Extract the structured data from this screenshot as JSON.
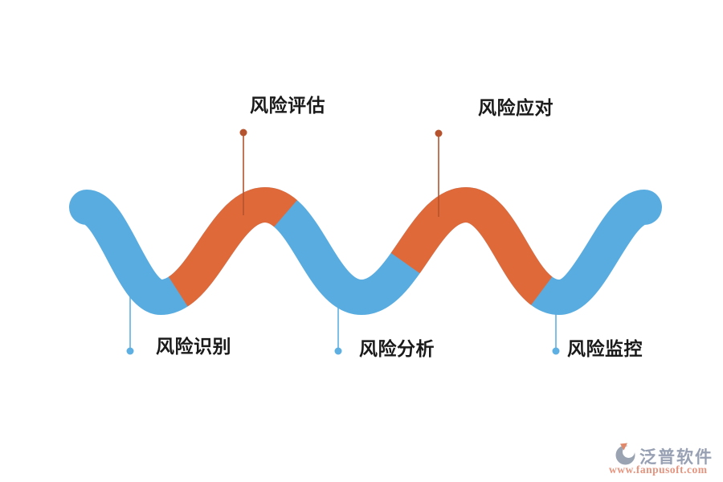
{
  "diagram": {
    "type": "process-wave",
    "steps": [
      {
        "order": 1,
        "label": "风险识别",
        "position": "bottom",
        "segment_color": "blue"
      },
      {
        "order": 2,
        "label": "风险评估",
        "position": "top",
        "segment_color": "orange"
      },
      {
        "order": 3,
        "label": "风险分析",
        "position": "bottom",
        "segment_color": "blue"
      },
      {
        "order": 4,
        "label": "风险应对",
        "position": "top",
        "segment_color": "orange"
      },
      {
        "order": 5,
        "label": "风险监控",
        "position": "bottom",
        "segment_color": "blue"
      }
    ]
  },
  "colors": {
    "wave_blue": "#58ace0",
    "wave_orange": "#e0693a",
    "marker_blue": "#5fb0e2",
    "marker_orange": "#b4532d",
    "label_text": "#1a1a1a",
    "logo_name_gray": "#98a1b3",
    "logo_url_salmon": "#e5957f",
    "logo_icon_gray": "#9aa3b2",
    "logo_icon_accent": "#e2886a",
    "background": "#ffffff"
  },
  "watermark": {
    "name": "泛普软件",
    "url": "www.fanpusoft.com"
  }
}
